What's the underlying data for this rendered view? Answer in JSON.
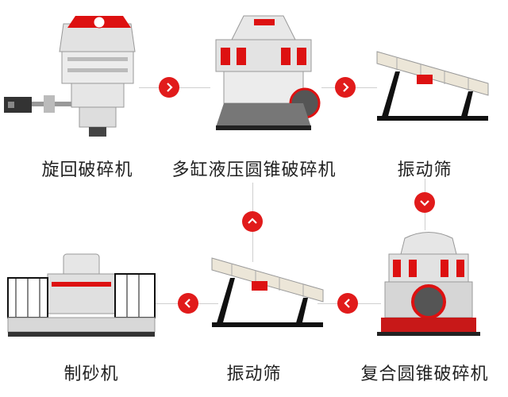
{
  "flow": {
    "steps": [
      {
        "label": "旋回破碎机",
        "icon": "gyratory-crusher-icon"
      },
      {
        "label": "多缸液压圆锥破碎机",
        "icon": "multi-cylinder-hydraulic-cone-crusher-icon"
      },
      {
        "label": "振动筛",
        "icon": "vibrating-screen-icon"
      },
      {
        "label": "复合圆锥破碎机",
        "icon": "compound-cone-crusher-icon"
      },
      {
        "label": "振动筛",
        "icon": "vibrating-screen-icon"
      },
      {
        "label": "制砂机",
        "icon": "sand-making-machine-icon"
      }
    ],
    "arrows": [
      {
        "direction": "right"
      },
      {
        "direction": "right"
      },
      {
        "direction": "down"
      },
      {
        "direction": "left"
      },
      {
        "direction": "left"
      },
      {
        "direction": "up"
      }
    ],
    "colors": {
      "accent": "#e11b1b",
      "connector": "#cfcfcf",
      "text": "#222222"
    }
  }
}
